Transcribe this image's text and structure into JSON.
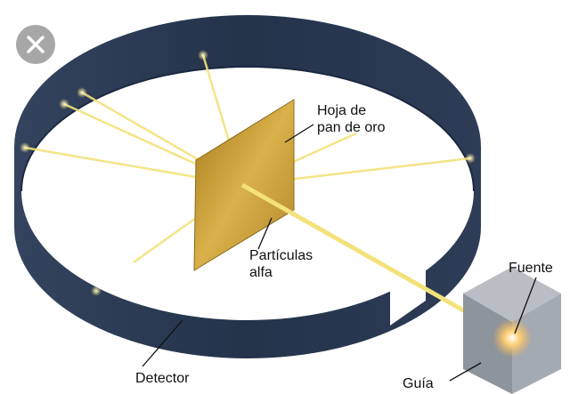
{
  "overlay": {
    "close_icon": "close-icon"
  },
  "labels": {
    "foil_line1": "Hoja de",
    "foil_line2": "pan de oro",
    "particles_line1": "Partículas",
    "particles_line2": "alfa",
    "source": "Fuente",
    "detector": "Detector",
    "guide": "Guía"
  },
  "colors": {
    "ring": "#2b3a52",
    "foil": "#c79a2e",
    "beam": "#f3e27a",
    "cube": "#9aa0a6"
  }
}
